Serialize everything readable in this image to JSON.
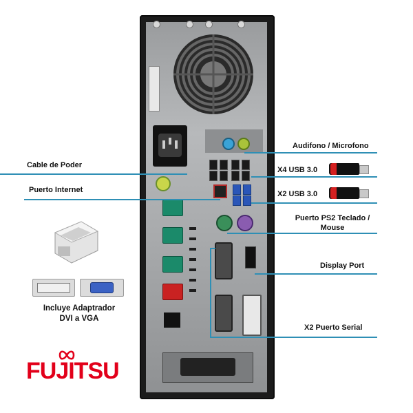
{
  "labels": {
    "cable_poder": "Cable de Poder",
    "puerto_internet": "Puerto Internet",
    "audifono": "Audifono / Microfono",
    "x4_usb": "X4 USB 3.0",
    "x2_usb": "X2 USB 3.0",
    "ps2_line1": "Puerto PS2 Teclado /",
    "ps2_line2": "Mouse",
    "display_port": "Display Port",
    "serial": "X2 Puerto Serial",
    "adapter_line1": "Incluye Adaptrador",
    "adapter_line2": "DVI a VGA"
  },
  "brand": {
    "name": "FUJITSU",
    "color": "#e2001a"
  },
  "colors": {
    "callout_line": "#2e8fb5",
    "chassis": "#1b1b1b",
    "panel": "#a7a9ab",
    "usb_accent": "#d42020",
    "conn_green": "#1b8a6a"
  },
  "icons": [
    "fan-icon",
    "power-socket-icon",
    "usb-stick-icon",
    "dvi-vga-adapter-icon",
    "fujitsu-logo"
  ]
}
